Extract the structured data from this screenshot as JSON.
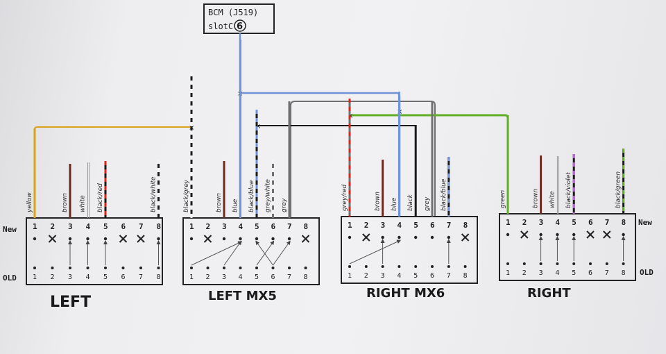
{
  "bcm": {
    "line1": "BCM (J519)",
    "line2": "slotC",
    "slot_number": "6"
  },
  "row_labels": {
    "new": "New",
    "old": "OLD"
  },
  "colors": {
    "yellow": "#d9a21a",
    "blue": "#6f93d6",
    "green": "#5fae24",
    "grey": "#707070",
    "black": "#1a1a1a",
    "brown": "#6b2a20",
    "red": "#d8261d",
    "violet": "#b06ad0",
    "white": "#f4f4f4",
    "frame": "#222222"
  },
  "connectors": [
    {
      "title": "LEFT",
      "new_pins": [
        "1",
        "2",
        "3",
        "4",
        "5",
        "6",
        "7",
        "8"
      ],
      "new_marks": [
        "dot",
        "x",
        "dot",
        "dot",
        "dot",
        "x",
        "x",
        "dot"
      ],
      "old_pins": [
        "1",
        "2",
        "3",
        "4",
        "5",
        "6",
        "7",
        "8"
      ],
      "wires": [
        {
          "label": "yellow",
          "pin": 1,
          "stripes": [
            "yellow"
          ]
        },
        {
          "label": "brown",
          "pin": 3,
          "stripes": [
            "brown"
          ]
        },
        {
          "label": "white",
          "pin": 4,
          "stripes": [
            "white"
          ]
        },
        {
          "label": "black/red",
          "pin": 5,
          "stripes": [
            "black",
            "red"
          ]
        },
        {
          "label": "black/white",
          "pin": 8,
          "stripes": [
            "black",
            "white"
          ]
        }
      ],
      "moves": [
        [
          3,
          3
        ],
        [
          4,
          4
        ],
        [
          5,
          5
        ],
        [
          8,
          8
        ]
      ]
    },
    {
      "title": "LEFT  MX5",
      "new_pins": [
        "1",
        "2",
        "3",
        "4",
        "5",
        "6",
        "7",
        "8"
      ],
      "new_marks": [
        "dot",
        "x",
        "dot",
        "dot",
        "dot",
        "dot",
        "dot",
        "x"
      ],
      "old_pins": [
        "1",
        "2",
        "3",
        "4",
        "5",
        "6",
        "7",
        "8"
      ],
      "wires": [
        {
          "label": "black/grey",
          "pin": 1,
          "stripes": [
            "black",
            "white"
          ]
        },
        {
          "label": "brown",
          "pin": 3,
          "stripes": [
            "brown"
          ]
        },
        {
          "label": "blue",
          "pin": 4,
          "stripes": [
            "blue"
          ]
        },
        {
          "label": "black/blue",
          "pin": 5,
          "stripes": [
            "black",
            "blue"
          ]
        },
        {
          "label": "grey/white",
          "pin": 6,
          "stripes": [
            "grey",
            "white"
          ]
        },
        {
          "label": "grey",
          "pin": 7,
          "stripes": [
            "grey"
          ]
        }
      ],
      "moves": [
        [
          1,
          4
        ],
        [
          3,
          4
        ],
        [
          5,
          6
        ],
        [
          6,
          5
        ],
        [
          6,
          7
        ]
      ]
    },
    {
      "title": "RIGHT  MX6",
      "new_pins": [
        "1",
        "2",
        "3",
        "4",
        "5",
        "6",
        "7",
        "8"
      ],
      "new_marks": [
        "dot",
        "x",
        "dot",
        "dot",
        "dot",
        "dot",
        "dot",
        "x"
      ],
      "old_pins": [
        "1",
        "2",
        "3",
        "4",
        "5",
        "6",
        "7",
        "8"
      ],
      "wires": [
        {
          "label": "grey/red",
          "pin": 1,
          "stripes": [
            "grey",
            "red"
          ]
        },
        {
          "label": "brown",
          "pin": 3,
          "stripes": [
            "brown"
          ]
        },
        {
          "label": "blue",
          "pin": 4,
          "stripes": [
            "blue"
          ]
        },
        {
          "label": "black",
          "pin": 5,
          "stripes": [
            "black"
          ]
        },
        {
          "label": "grey",
          "pin": 6,
          "stripes": [
            "grey"
          ]
        },
        {
          "label": "black/blue",
          "pin": 7,
          "stripes": [
            "black",
            "blue"
          ]
        }
      ],
      "moves": [
        [
          1,
          4
        ],
        [
          3,
          3
        ],
        [
          7,
          7
        ]
      ]
    },
    {
      "title": "RIGHT",
      "new_pins": [
        "1",
        "2",
        "3",
        "4",
        "5",
        "6",
        "7",
        "8"
      ],
      "new_marks": [
        "dot",
        "x",
        "dot",
        "dot",
        "dot",
        "x",
        "x",
        "dot"
      ],
      "old_pins": [
        "1",
        "2",
        "3",
        "4",
        "5",
        "6",
        "7",
        "8"
      ],
      "wires": [
        {
          "label": "green",
          "pin": 1,
          "stripes": [
            "green"
          ]
        },
        {
          "label": "brown",
          "pin": 3,
          "stripes": [
            "brown"
          ]
        },
        {
          "label": "white",
          "pin": 4,
          "stripes": [
            "white"
          ]
        },
        {
          "label": "black/violet",
          "pin": 5,
          "stripes": [
            "black",
            "violet"
          ]
        },
        {
          "label": "black/green",
          "pin": 8,
          "stripes": [
            "black",
            "green"
          ]
        }
      ],
      "moves": [
        [
          3,
          3
        ],
        [
          4,
          4
        ],
        [
          5,
          5
        ],
        [
          8,
          8
        ]
      ]
    }
  ]
}
